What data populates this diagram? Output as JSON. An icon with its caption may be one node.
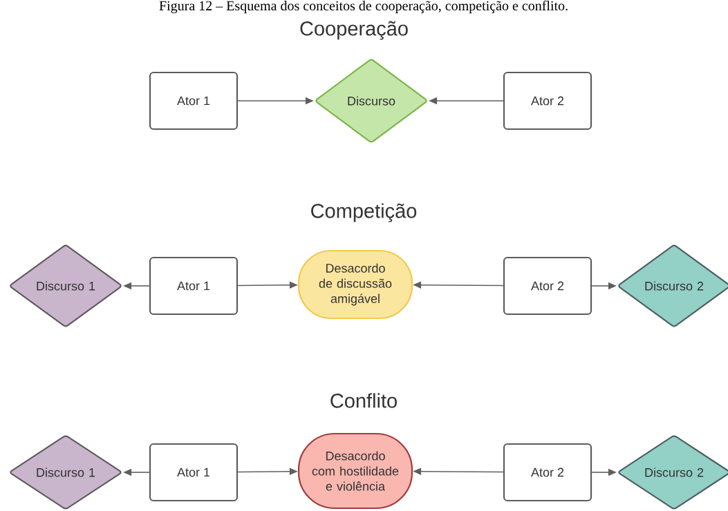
{
  "diagram": {
    "title": "Figura 12 – Esquema dos conceitos de cooperação, competição e conflito.",
    "nodes": [
      {
        "text": [
          "Ator 1"
        ]
      },
      {
        "text": [
          "Discurso"
        ]
      },
      {
        "text": [
          "Ator 2"
        ]
      },
      {
        "text": [
          "Discurso 1"
        ]
      },
      {
        "text": [
          "Ator 1"
        ]
      },
      {
        "text": [
          "Desacordo de discussão amigável"
        ]
      },
      {
        "text": [
          "Ator 2"
        ]
      },
      {
        "text": [
          "Discurso 2"
        ]
      },
      {
        "text": [
          "Discurso 1"
        ]
      },
      {
        "text": [
          "Ator 1"
        ]
      },
      {
        "text": [
          "Desacordo com hostilidade e violência"
        ]
      },
      {
        "text": [
          "Ator 2"
        ]
      },
      {
        "text": [
          "Discurso 2"
        ]
      }
    ],
    "edges": [
      {
        "from": 0,
        "to": 1,
        "arrow": "to"
      },
      {
        "from": 2,
        "to": 1,
        "arrow": "to"
      },
      {
        "from": 4,
        "to": 3,
        "arrow": "to"
      },
      {
        "from": 4,
        "to": 5,
        "arrow": "to"
      },
      {
        "from": 6,
        "to": 5,
        "arrow": "to"
      },
      {
        "from": 6,
        "to": 7,
        "arrow": "to"
      },
      {
        "from": 9,
        "to": 8,
        "arrow": "to"
      },
      {
        "from": 9,
        "to": 10,
        "arrow": "to"
      },
      {
        "from": 11,
        "to": 10,
        "arrow": "to"
      },
      {
        "from": 11,
        "to": 12,
        "arrow": "to"
      }
    ],
    "labels": [
      "Cooperação",
      "Competição",
      "Conflito"
    ]
  }
}
